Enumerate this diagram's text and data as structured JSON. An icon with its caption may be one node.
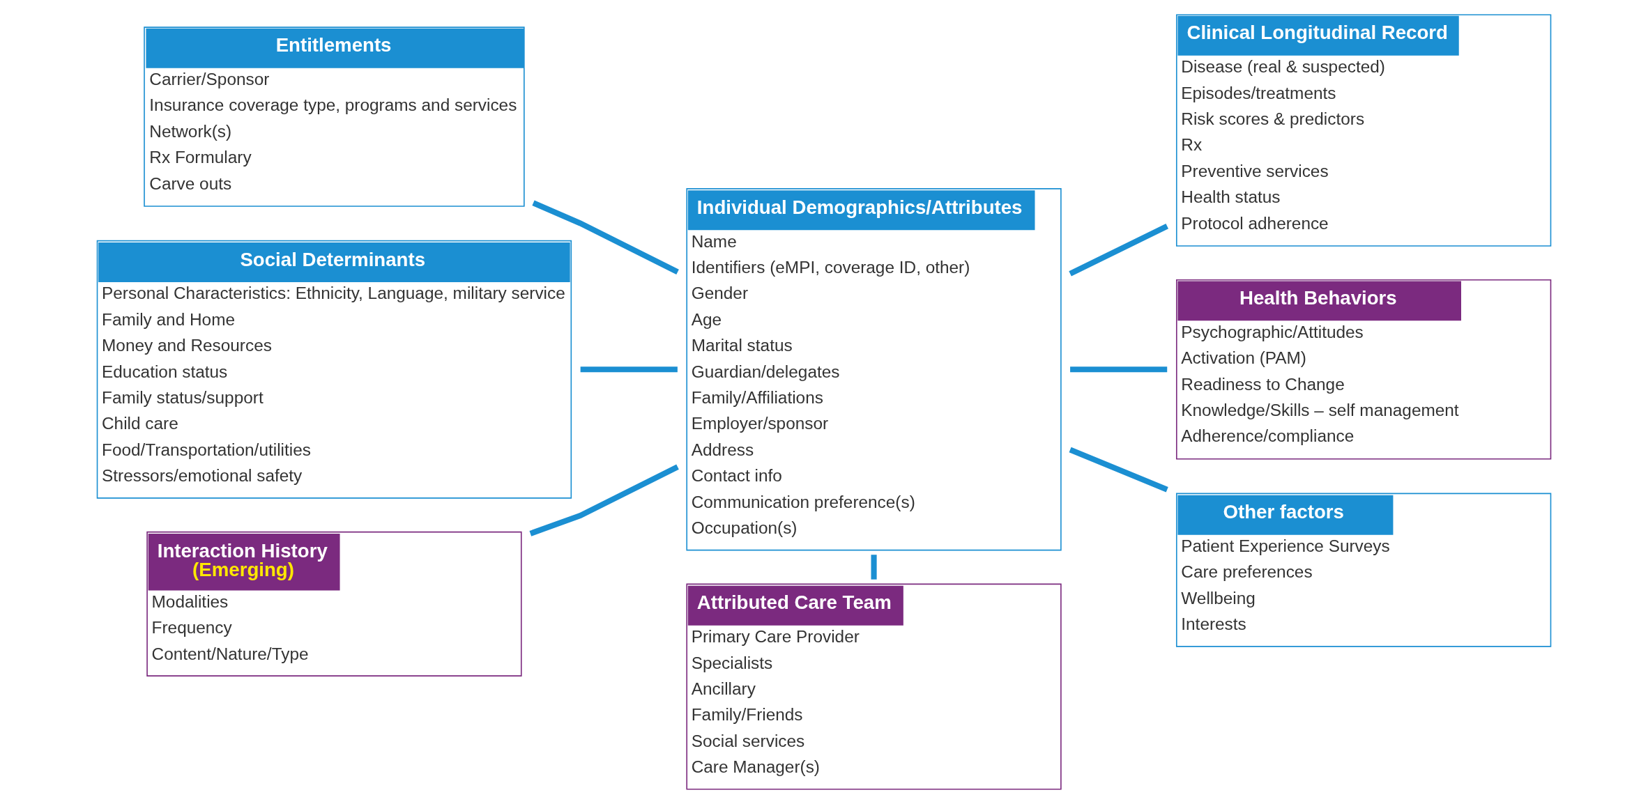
{
  "diagram": {
    "nodes": [
      {
        "text": [
          "Entitlements",
          "Carrier/Sponsor",
          "Insurance coverage type, programs and services",
          "Network(s)",
          "Rx Formulary",
          "Carve outs"
        ]
      },
      {
        "text": [
          "Social Determinants",
          "Personal Characteristics: Ethnicity, Language, military service",
          "Family and Home",
          "Money and Resources",
          "Education status",
          "Family status/support",
          "Child care",
          "Food/Transportation/utilities",
          "Stressors/emotional safety"
        ]
      },
      {
        "text": [
          "Interaction History",
          "(Emerging)",
          "Modalities",
          "Frequency",
          "Content/Nature/Type"
        ]
      },
      {
        "text": [
          "Individual Demographics/Attributes",
          "Name",
          "Identifiers (eMPI, coverage ID, other)",
          "Gender",
          "Age",
          "Marital status",
          "Guardian/delegates",
          "Family/Affiliations",
          "Employer/sponsor",
          "Address",
          "Contact info",
          "Communication preference(s)",
          "Occupation(s)"
        ]
      },
      {
        "text": [
          "Attributed Care Team",
          "Primary Care Provider",
          "Specialists",
          "Ancillary",
          "Family/Friends",
          "Social services",
          "Care Manager(s)"
        ]
      },
      {
        "text": [
          "Clinical Longitudinal Record",
          "Disease (real & suspected)",
          "Episodes/treatments",
          "Risk scores & predictors",
          "Rx",
          "Preventive services",
          "Health status",
          "Protocol adherence"
        ]
      },
      {
        "text": [
          "Health Behaviors",
          "Psychographic/Attitudes",
          "Activation (PAM)",
          "Readiness to Change",
          "Knowledge/Skills – self management",
          "Adherence/compliance"
        ]
      },
      {
        "text": [
          "Other factors",
          "Patient Experience Surveys",
          "Care preferences",
          "Wellbeing",
          "Interests"
        ]
      }
    ],
    "edges": [
      {
        "from": 0,
        "to": 3,
        "arrow": "none"
      },
      {
        "from": 1,
        "to": 3,
        "arrow": "none"
      },
      {
        "from": 2,
        "to": 3,
        "arrow": "none"
      },
      {
        "from": 3,
        "to": 5,
        "arrow": "none"
      },
      {
        "from": 3,
        "to": 6,
        "arrow": "none"
      },
      {
        "from": 3,
        "to": 7,
        "arrow": "none"
      },
      {
        "from": 3,
        "to": 4,
        "arrow": "none"
      }
    ]
  }
}
